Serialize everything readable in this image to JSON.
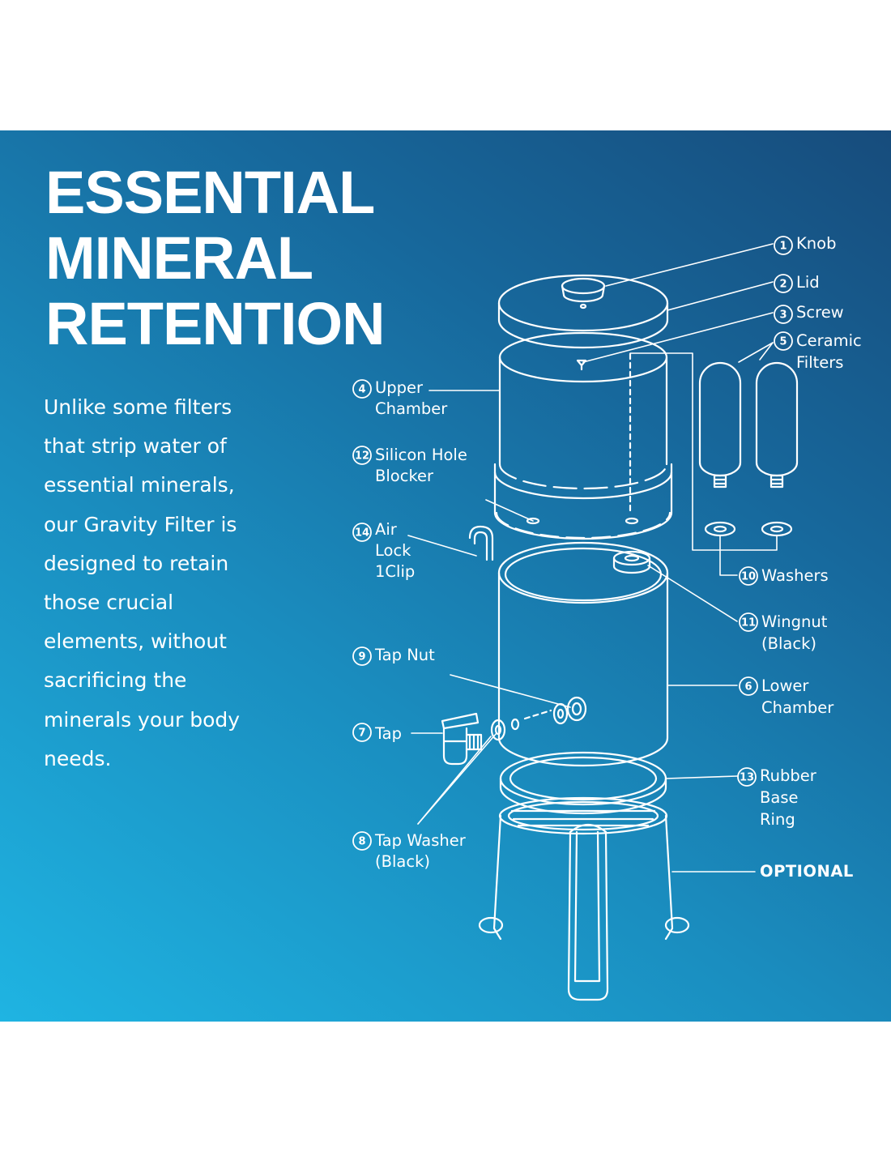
{
  "headline": [
    "ESSENTIAL",
    "MINERAL",
    "RETENTION"
  ],
  "body_lines": [
    "Unlike some filters",
    "that strip water of",
    "essential minerals,",
    "our Gravity Filter is",
    "designed to retain",
    "those crucial",
    "elements, without",
    "sacrificing the",
    "minerals your body",
    "needs."
  ],
  "parts": [
    {
      "number": "1",
      "label": [
        "Knob"
      ]
    },
    {
      "number": "2",
      "label": [
        "Lid"
      ]
    },
    {
      "number": "3",
      "label": [
        "Screw"
      ]
    },
    {
      "number": "5",
      "label": [
        "Ceramic",
        "Filters"
      ]
    },
    {
      "number": "4",
      "label": [
        "Upper",
        "Chamber"
      ]
    },
    {
      "number": "12",
      "label": [
        "Silicon Hole",
        "Blocker"
      ]
    },
    {
      "number": "14",
      "label": [
        "Air",
        "Lock",
        "1Clip"
      ]
    },
    {
      "number": "10",
      "label": [
        "Washers"
      ]
    },
    {
      "number": "11",
      "label": [
        "Wingnut",
        "(Black)"
      ]
    },
    {
      "number": "9",
      "label": [
        "Tap Nut"
      ]
    },
    {
      "number": "6",
      "label": [
        "Lower",
        "Chamber"
      ]
    },
    {
      "number": "7",
      "label": [
        "Tap"
      ]
    },
    {
      "number": "13",
      "label": [
        "Rubber",
        "Base",
        "Ring"
      ]
    },
    {
      "number": "8",
      "label": [
        "Tap Washer",
        "(Black)"
      ]
    }
  ],
  "optional_label": "OPTIONAL",
  "colors": {
    "panel_light": "#1fb4e2",
    "panel_dark": "#174c7c",
    "line": "#ffffff"
  }
}
